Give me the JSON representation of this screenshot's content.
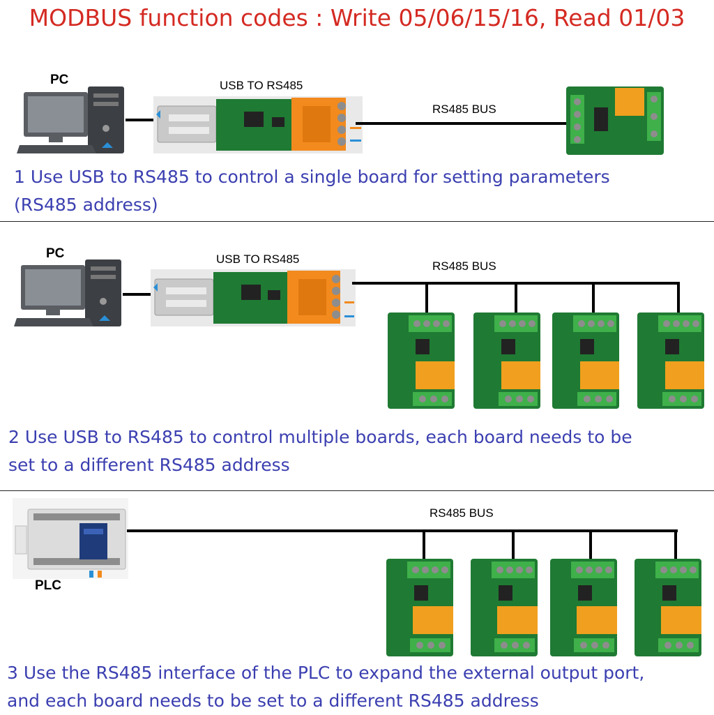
{
  "title": "MODBUS function codes : Write 05/06/15/16, Read 01/03",
  "sections": [
    {
      "pc_label": "PC",
      "adapter_label": "USB TO RS485",
      "bus_label": "RS485 BUS",
      "caption_line1": "1 Use USB to RS485 to control a single board for setting parameters",
      "caption_line2": "(RS485 address)"
    },
    {
      "pc_label": "PC",
      "adapter_label": "USB TO RS485",
      "bus_label": "RS485 BUS",
      "caption_line1": "2 Use USB to RS485 to control multiple boards, each board needs to be",
      "caption_line2": "set to a different RS485 address"
    },
    {
      "plc_label": "PLC",
      "bus_label": "RS485 BUS",
      "caption_line1": "3 Use the RS485 interface of the PLC to expand the external output port,",
      "caption_line2": "and each board needs to be set to a different RS485 address"
    }
  ],
  "colors": {
    "title": "#d42a22",
    "caption": "#3b3fb0",
    "pcb": "#1f7a33",
    "relay": "#f0a01e",
    "terminal": "#f28a1e"
  }
}
